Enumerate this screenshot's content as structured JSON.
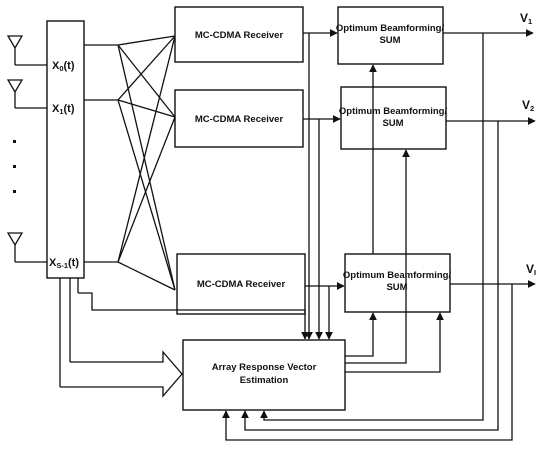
{
  "blocks": {
    "receiver_label": "MC-CDMA Receiver",
    "beamformer_line1": "Optimum Beamforming/",
    "beamformer_line2": "SUM",
    "array_line1": "Array Response Vector",
    "array_line2": "Estimation"
  },
  "signals": [
    {
      "base": "X",
      "sub": "0",
      "suffix": "(t)"
    },
    {
      "base": "X",
      "sub": "1",
      "suffix": "(t)"
    },
    {
      "base": "X",
      "sub": "S-1",
      "suffix": "(t)"
    }
  ],
  "outputs": [
    {
      "base": "V",
      "sub": "1"
    },
    {
      "base": "V",
      "sub": "2"
    },
    {
      "base": "V",
      "sub": "I"
    }
  ],
  "colors": {
    "stroke": "#111111",
    "background": "#ffffff"
  }
}
